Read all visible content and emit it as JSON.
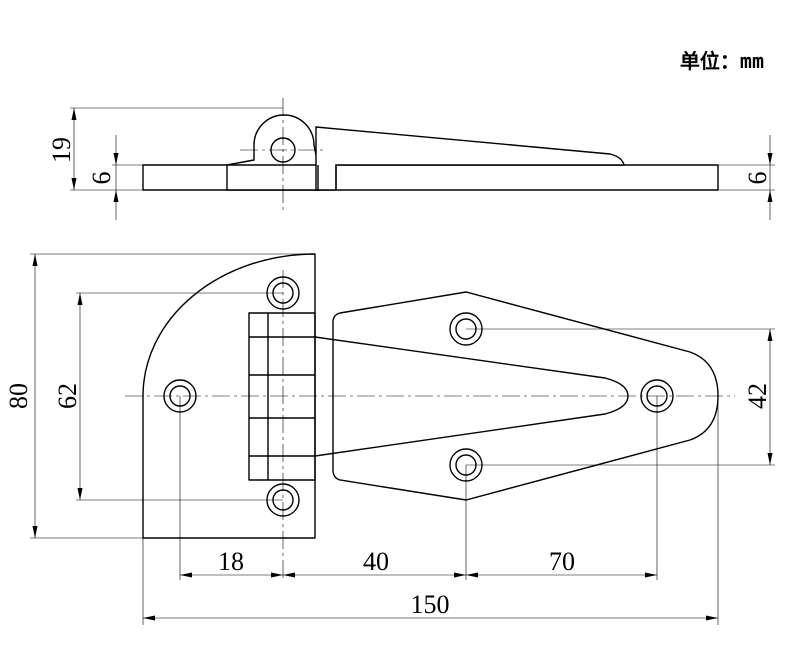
{
  "unit_label": "单位：mm",
  "dimensions": {
    "side_total_height": "19",
    "side_plate_thickness_left": "6",
    "side_plate_thickness_right": "6",
    "total_height": "80",
    "hole_spacing_vertical": "62",
    "hole_spacing_leaf": "42",
    "offset_left_hole": "18",
    "offset_leaf_hole": "40",
    "offset_tip_hole": "70",
    "total_length": "150"
  }
}
